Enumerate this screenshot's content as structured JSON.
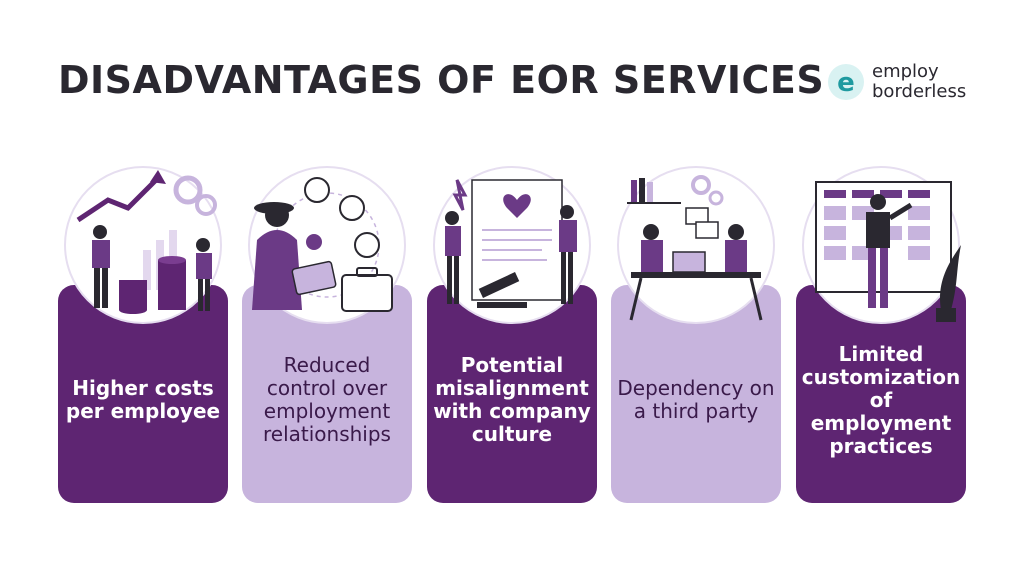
{
  "title": "DISADVANTAGES OF EOR SERVICES",
  "logo": {
    "line1": "employ",
    "line2": "borderless",
    "mark": "e"
  },
  "colors": {
    "dark": "#5e2572",
    "light": "#c7b4dd",
    "title": "#2a2830",
    "accent": "#6b3a86"
  },
  "cards": [
    {
      "text": "Higher costs per employee",
      "style": "dark",
      "icon": "cost-growth-illustration"
    },
    {
      "text": "Reduced control over employment relationships",
      "style": "light",
      "icon": "remote-team-illustration"
    },
    {
      "text": "Potential misalignment with company culture",
      "style": "dark",
      "icon": "legal-dispute-illustration"
    },
    {
      "text": "Dependency on a third party",
      "style": "light",
      "icon": "stressed-workers-illustration"
    },
    {
      "text": "Limited customization of employment practices",
      "style": "dark",
      "icon": "planning-board-illustration"
    }
  ]
}
